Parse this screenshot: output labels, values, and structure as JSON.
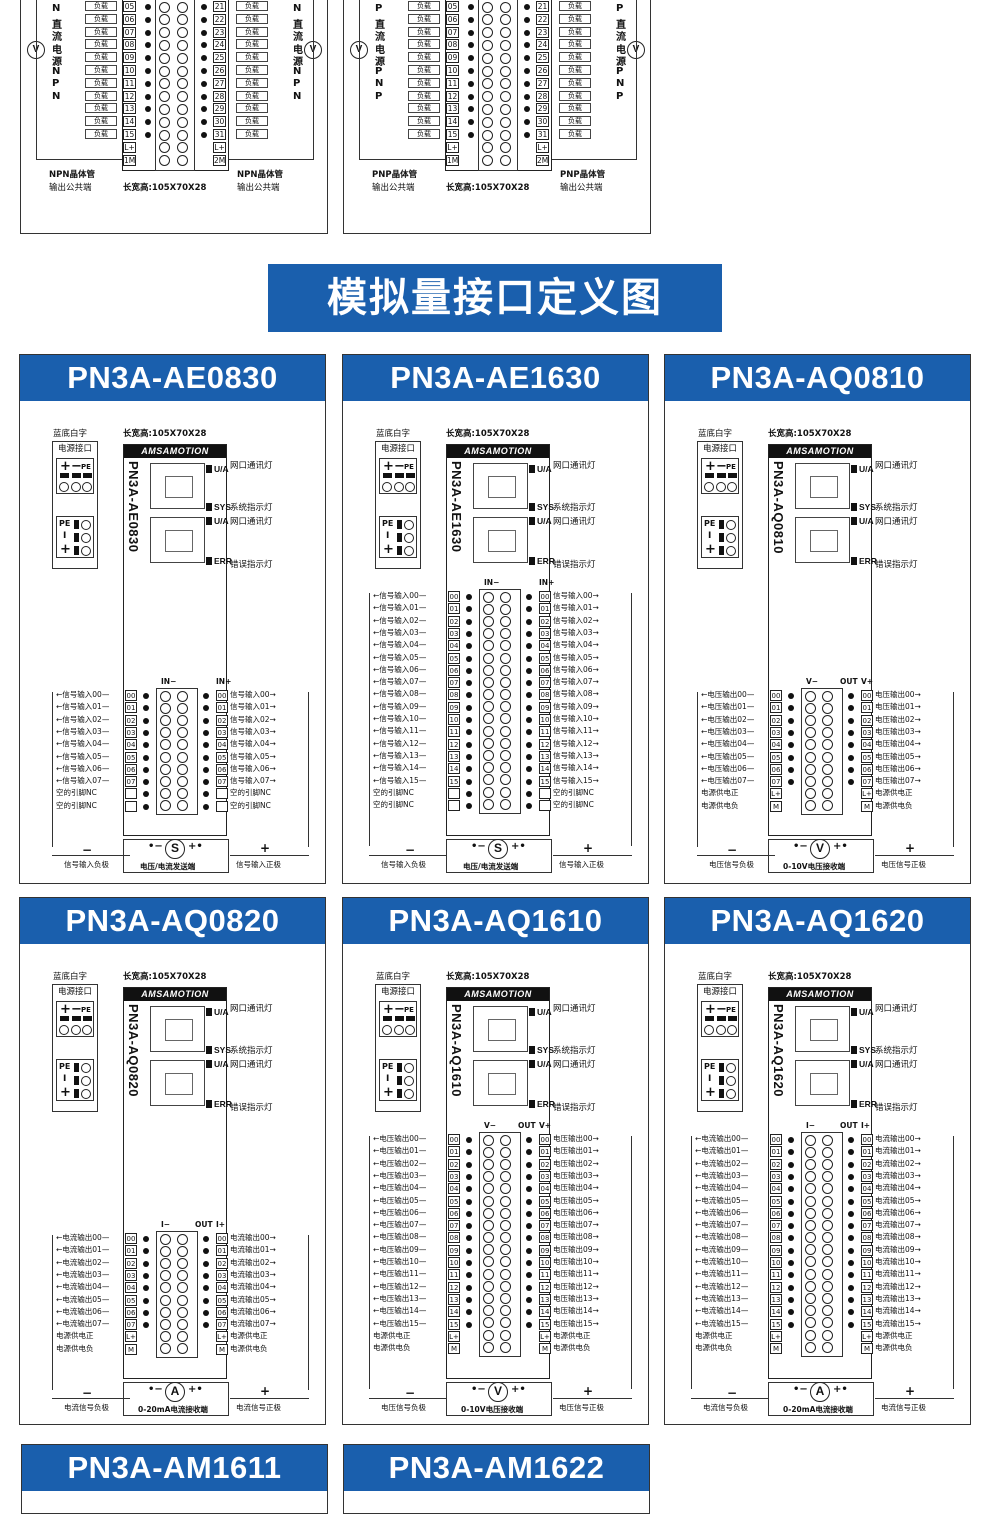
{
  "digital_top": {
    "left": {
      "side_text_left": [
        "N",
        "直",
        "流",
        "电",
        "源",
        "N",
        "P",
        "N"
      ],
      "side_text_right": [
        "N",
        "直",
        "流",
        "电",
        "源",
        "N",
        "P",
        "N"
      ],
      "pin_nums_left": [
        "05",
        "06",
        "07",
        "08",
        "09",
        "10",
        "11",
        "12",
        "13",
        "14",
        "15",
        "L+",
        "1M"
      ],
      "pin_nums_right": [
        "21",
        "22",
        "23",
        "24",
        "25",
        "26",
        "27",
        "28",
        "29",
        "30",
        "31",
        "L+",
        "2M"
      ],
      "load_label": "负载",
      "caption_left": [
        "NPN晶体管",
        "输出公共端"
      ],
      "caption_mid": "长宽高:105X70X28",
      "caption_right": [
        "NPN晶体管",
        "输出公共端"
      ]
    },
    "right": {
      "side_text_left": [
        "P",
        "直",
        "流",
        "电",
        "源",
        "P",
        "N",
        "P"
      ],
      "side_text_right": [
        "P",
        "直",
        "流",
        "电",
        "源",
        "P",
        "N",
        "P"
      ],
      "pin_nums_left": [
        "05",
        "06",
        "07",
        "08",
        "09",
        "10",
        "11",
        "12",
        "13",
        "14",
        "15",
        "L+",
        "1M"
      ],
      "pin_nums_right": [
        "21",
        "22",
        "23",
        "24",
        "25",
        "26",
        "27",
        "28",
        "29",
        "30",
        "31",
        "L+",
        "2M"
      ],
      "load_label": "负载",
      "caption_left": [
        "PNP晶体管",
        "输出公共端"
      ],
      "caption_mid": "长宽高:105X70X28",
      "caption_right": [
        "PNP晶体管",
        "输出公共端"
      ]
    },
    "v_symbol": "V"
  },
  "section_title": "模拟量接口定义图",
  "common": {
    "bg_note": "蓝底白字",
    "dims": "长宽高:105X70X28",
    "power_title": "电源接口",
    "brand": "AMSAMOTION",
    "plus": "+",
    "minus": "−",
    "pe": "PE",
    "i_mark": "I",
    "led_ua": "U/A",
    "led_sys": "SYS",
    "led_err": "ERR",
    "desc_net": "网口通讯灯",
    "desc_sys": "系统指示灯",
    "desc_err": "错误指示灯",
    "minus_sign": "−",
    "plus_sign": "+"
  },
  "cards": [
    {
      "title": "PN3A-AE0830",
      "vname": "PN3A-AE0830",
      "type": "in",
      "rows": 8,
      "head_l": "IN−",
      "head_r": "IN+",
      "sig": "信号输入",
      "nc": "空的引脚NC",
      "extra_l": "NC",
      "sym": "S",
      "foot_l": "信号输入负极",
      "foot_m": "电压/电流发送端",
      "foot_r": "信号输入正极"
    },
    {
      "title": "PN3A-AE1630",
      "vname": "PN3A-AE1630",
      "type": "in",
      "rows": 16,
      "head_l": "IN−",
      "head_r": "IN+",
      "sig": "信号输入",
      "nc": "空的引脚NC",
      "extra_l": "NC",
      "sym": "S",
      "foot_l": "信号输入负极",
      "foot_m": "电压/电流发送端",
      "foot_r": "信号输入正极"
    },
    {
      "title": "PN3A-AQ0810",
      "vname": "PN3A-AQ0810",
      "type": "out",
      "rows": 8,
      "head_l": "V−",
      "head_r": "V+",
      "head_m": "OUT",
      "sig": "电压输出",
      "pow_l": [
        "电源供电正",
        "电源供电负"
      ],
      "sym": "V",
      "foot_l": "电压信号负极",
      "foot_m": "0-10V电压接收端",
      "foot_r": "电压信号正极"
    },
    {
      "title": "PN3A-AQ0820",
      "vname": "PN3A-AQ0820",
      "type": "out",
      "rows": 8,
      "head_l": "I−",
      "head_r": "I+",
      "head_m": "OUT",
      "sig": "电流输出",
      "pow_l": [
        "电源供电正",
        "电源供电负"
      ],
      "sym": "A",
      "foot_l": "电流信号负极",
      "foot_m": "0-20mA电流接收端",
      "foot_r": "电流信号正极"
    },
    {
      "title": "PN3A-AQ1610",
      "vname": "PN3A-AQ1610",
      "type": "out",
      "rows": 16,
      "head_l": "V−",
      "head_r": "V+",
      "head_m": "OUT",
      "sig": "电压输出",
      "pow_l": [
        "电源供电正",
        "电源供电负"
      ],
      "sym": "V",
      "foot_l": "电压信号负极",
      "foot_m": "0-10V电压接收端",
      "foot_r": "电压信号正极"
    },
    {
      "title": "PN3A-AQ1620",
      "vname": "PN3A-AQ1620",
      "type": "out",
      "rows": 16,
      "head_l": "I−",
      "head_r": "I+",
      "head_m": "OUT",
      "sig": "电流输出",
      "pow_l": [
        "电源供电正",
        "电源供电负"
      ],
      "sym": "A",
      "foot_l": "电流信号负极",
      "foot_m": "0-20mA电流接收端",
      "foot_r": "电流信号正极"
    }
  ],
  "bottom_cards": [
    "PN3A-AM1611",
    "PN3A-AM1622"
  ]
}
